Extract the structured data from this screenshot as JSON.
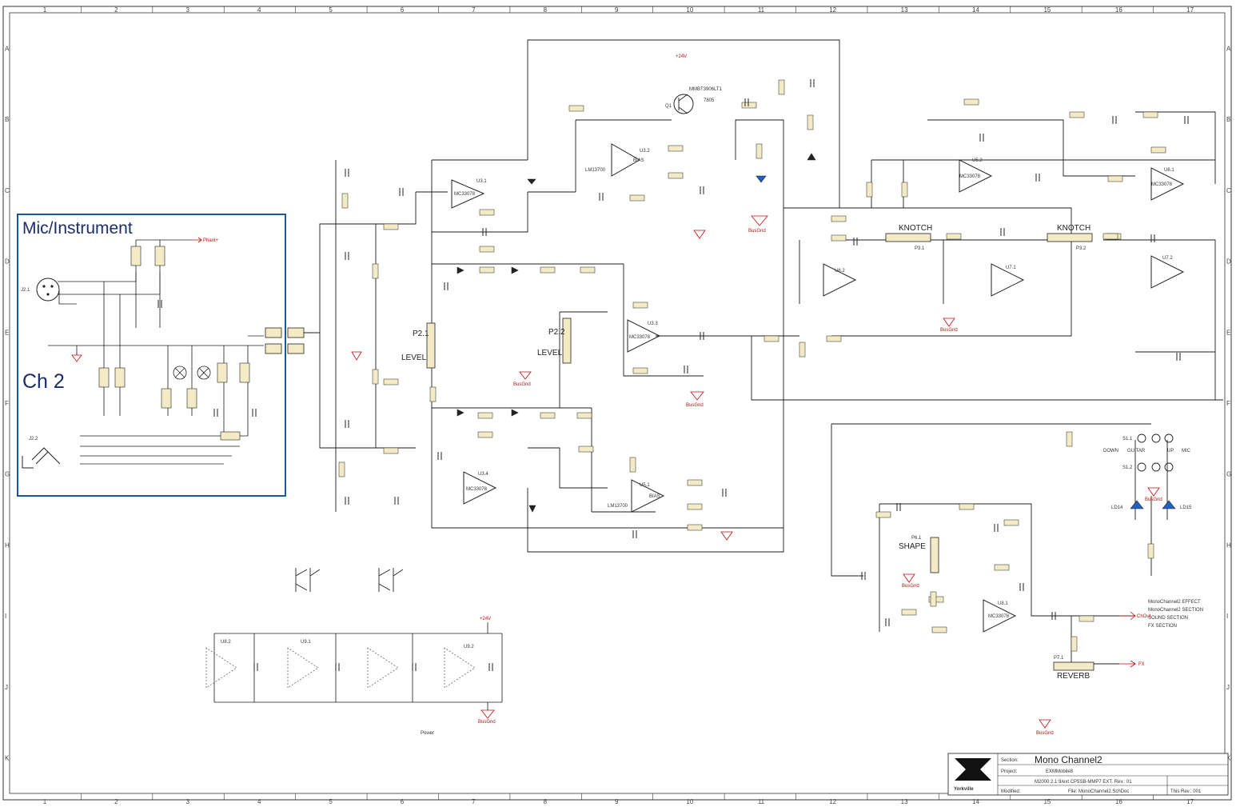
{
  "frame": {
    "columns": [
      "1",
      "2",
      "3",
      "4",
      "5",
      "6",
      "7",
      "8",
      "9",
      "10",
      "11",
      "12",
      "13",
      "14",
      "15",
      "16",
      "17"
    ],
    "rows": [
      "A",
      "B",
      "C",
      "D",
      "E",
      "F",
      "G",
      "H",
      "I",
      "J",
      "K"
    ]
  },
  "section": {
    "title": "Mic/Instrument",
    "channel": "Ch 2",
    "border_color": "#1a5a9a"
  },
  "nets": {
    "phantom": "Phant+",
    "plus_v": "+24V",
    "bus_gnd": "BusGnd",
    "out": "ChOut",
    "fx": "FX"
  },
  "components": {
    "xlr_jack": "J2.1",
    "trs_jack": "J2.2",
    "transistor_q1": "Q1",
    "transistor_part": "MMBT3906LT1",
    "q1_code": "7805",
    "ota_part": "LM13700",
    "opamp_part": "MC33078",
    "knotch_1": "KNOTCH",
    "knotch_2": "KNOTCH",
    "level_1": "LEVEL",
    "level_2": "LEVEL",
    "pot_p2_1": "P2.1",
    "pot_p2_2": "P2.2",
    "pot_p3_1": "P3.1",
    "pot_p3_2": "P3.2",
    "shape": "SHAPE",
    "shape_pot": "P6.1",
    "reverb": "REVERB",
    "reverb_pot": "P7.1",
    "bias_1": "BIAS",
    "bias_2": "BIAS",
    "switch_s1_1": "S1.1",
    "switch_s1_2": "S1.2",
    "switch_down": "DOWN",
    "switch_guitar": "GUITAR",
    "switch_up": "UP",
    "switch_mic": "MIC",
    "led_1": "LD14",
    "led_2": "LD15",
    "u_labels": [
      "U3.1",
      "U3.2",
      "U3.3",
      "U3.4",
      "U5.1",
      "U5.2",
      "U6.1",
      "U6.2",
      "U7.1",
      "U7.2",
      "U8.1",
      "U8.2",
      "U9.1",
      "U9.2"
    ],
    "power_section": "Power",
    "power_nets": [
      "+24V",
      "BusGnd"
    ]
  },
  "notes": {
    "out_notes": [
      "MonoChannel2 EFFECT",
      "MonoChannel2 SECTION",
      "SOUND SECTION",
      "FX SECTION"
    ]
  },
  "title_block": {
    "brand": "Yorkville",
    "title_label": "Section:",
    "title_value": "Mono Channel2",
    "project_label": "Project:",
    "project_value": "EXMMobile8",
    "row3": "M2000 2.1 9/ext CP5SB-MMP7  EXT. Rev.: 01",
    "row4_left": "Modified:",
    "row4_mid": "File:   MonoChannel2.SchDoc",
    "row4_right": "This Rev.: 001"
  },
  "colors": {
    "wire": "#1c1c1c",
    "net_red": "#b11111",
    "blue": "#1a2d6e",
    "component_fill": "#f2ebc6",
    "led_blue": "#2060c0"
  }
}
